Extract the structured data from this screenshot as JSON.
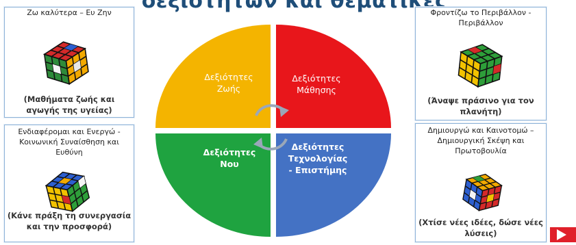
{
  "title": "δεξιοτήτων και θεματικές",
  "segments": [
    {
      "id": "life",
      "line1": "Δεξιότητες",
      "line2": "Ζωής",
      "line3": "",
      "color": "#f4b400"
    },
    {
      "id": "learning",
      "line1": "Δεξιότητες",
      "line2": "Μάθησης",
      "line3": "",
      "color": "#e8161b"
    },
    {
      "id": "mind",
      "line1": "Δεξιότητες",
      "line2": "Νου",
      "line3": "",
      "color": "#1fa340"
    },
    {
      "id": "tech",
      "line1": "Δεξιότητες",
      "line2": "Τεχνολογίας",
      "line3": "- Επιστήμης",
      "color": "#4472c4"
    }
  ],
  "boxes": {
    "top_left": {
      "header": "Ζω καλύτερα – Ευ Ζην",
      "footer": "(Μαθήματα ζωής και αγωγής της υγείας)"
    },
    "top_right": {
      "header": "Φροντίζω το Περιβάλλον - Περιβάλλον",
      "footer": "(Άναψε πράσινο για τον πλανήτη)"
    },
    "bottom_left": {
      "header": "Ενδιαφέρομαι και Ενεργώ - Κοινωνική Συναίσθηση και Ευθύνη",
      "footer": "(Κάνε πράξη τη συνεργασία και την προσφορά)"
    },
    "bottom_right": {
      "header": "Δημιουργώ και Καινοτομώ – Δημιουργική Σκέψη και Πρωτοβουλία",
      "footer": "(Χτίσε νέες ιδέες, δώσε νέες λύσεις)"
    }
  },
  "icons": {
    "cube": "rubiks-cube-icon",
    "cycle": "cycle-arrows-icon",
    "next": "next-arrow-icon"
  }
}
